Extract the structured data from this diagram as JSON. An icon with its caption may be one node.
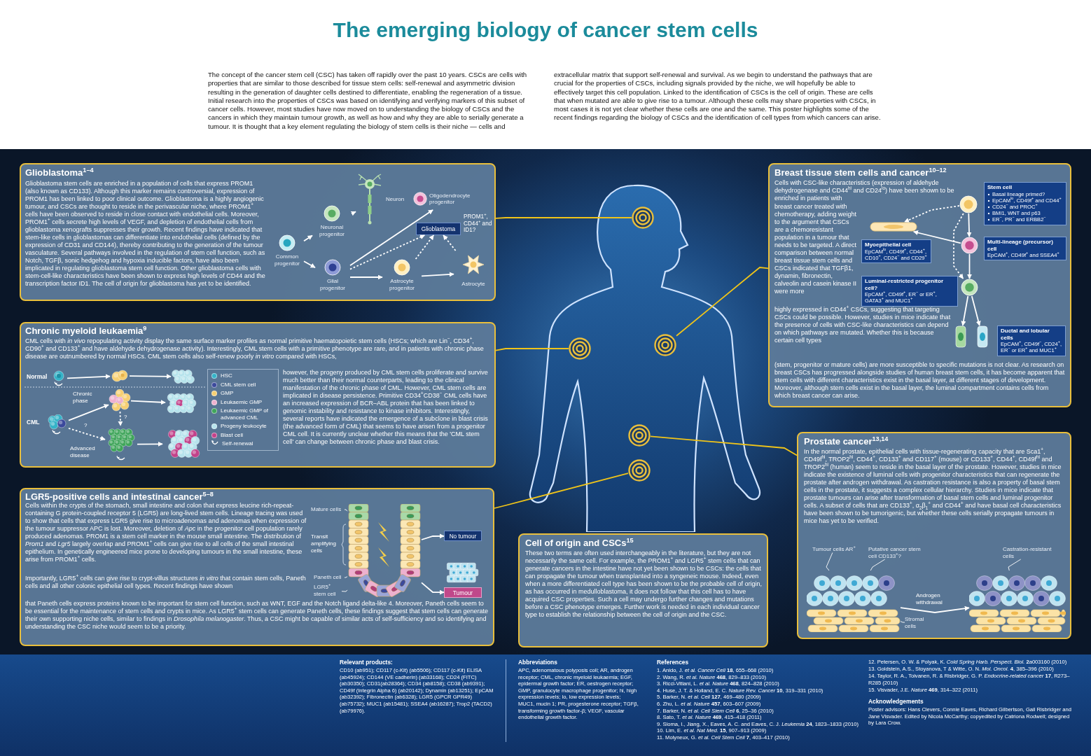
{
  "diagram": {
    "title": "The emerging biology of cancer stem cells",
    "nodes": [
      {
        "text": [
          "Glioblastoma$^{1–4}$",
          "Glioblastoma stem cells are enriched in a population of cells that express PROM1 (also known as CD133). Although this marker remains controversial, expression of PROM1 has been linked to poor clinical outcome. Glioblastoma is a highly angiogenic tumour, and CSCs are thought to reside in the perivascular niche, where PROM1$^{+}$ cells have been observed to reside in close contact with endothelial cells. Moreover, PROM1$^{+}$ cells secrete high levels of VEGF, and depletion of endothelial cells from glioblastoma xenografts suppresses their growth. Recent findings have indicated that stem-like cells in glioblastomas can differentiate into endothelial cells (defined by the expression of CD31 and CD144), thereby contributing to the generation of the tumour vasculature. Several pathways involved in the regulation of stem cell function, such as Notch, TGFβ, sonic hedgehog and hypoxia inducible factors, have also been implicated in regulating glioblastoma stem cell function. Other glioblastoma cells with stem-cell-like characteristics have been shown to express high levels of CD44 and the transcription factor ID1. The cell of origin for glioblastoma has yet to be identified."
        ]
      },
      {
        "text": [
          "Common progenitor"
        ],
        "in": 0
      },
      {
        "text": [
          "Neuronal progenitor"
        ],
        "in": 0
      },
      {
        "text": [
          "Neuron"
        ],
        "in": 0
      },
      {
        "text": [
          "Oligodendrocyte progenitor"
        ],
        "in": 0
      },
      {
        "text": [
          "Glial progenitor"
        ],
        "in": 0
      },
      {
        "text": [
          "Glioblastoma"
        ],
        "in": 0,
        "beside": [
          "PROM1$^{+}$, CD44$^{+}$ and ID1?"
        ]
      },
      {
        "text": [
          "Astrocyte progenitor"
        ],
        "in": 0
      },
      {
        "text": [
          "Astrocyte"
        ],
        "in": 0
      },
      {
        "text": [
          "Chronic myeloid leukaemia$^{9}$",
          "CML cells with *in vivo* repopulating activity display the same surface marker profiles as normal primitive haematopoietic stem cells (HSCs; which are Lin$^{−}$, CD34$^{+}$, CD90$^{+}$ and CD133$^{+}$ and have aldehyde dehydrogenase activity). Interestingly, CML stem cells with a primitive phenotype are rare, and in patients with chronic phase disease are outnumbered by normal HSCs. CML stem cells also self-renew poorly *in vitro* compared with HSCs,",
          "however, the progeny produced by CML stem cells proliferate and survive much better than their normal counterparts, leading to the clinical manifestation of the chronic phase of CML. However, CML stem cells are implicated in disease persistence. Primitive CD34$^{+}$CD38$^{−}$ CML cells have an increased expression of BCR–ABL protein that has been linked to genomic instability and resistance to kinase inhibitors. Interestingly, several reports have indicated the emergence of a subclone in blast crisis (the advanced form of CML) that seems to have arisen from a progenitor CML cell. It is currently unclear whether this means that the 'CML stem cell' can change between chronic phase and blast crisis."
        ]
      },
      {
        "text": [],
        "shape": "picture",
        "in": 9
      },
      {
        "text": [],
        "shape": "picture",
        "in": 9
      },
      {
        "text": [],
        "shape": "picture",
        "in": 9
      },
      {
        "text": [],
        "shape": "picture",
        "in": 9
      },
      {
        "text": [],
        "shape": "picture",
        "in": 9
      },
      {
        "text": [],
        "shape": "picture",
        "in": 9
      },
      {
        "text": [],
        "shape": "picture",
        "in": 9
      },
      {
        "text": [],
        "shape": "picture",
        "in": 9
      },
      {
        "text": [
          "LGR5-positive cells and intestinal cancer$^{5–8}$",
          "Cells within the crypts of the stomach, small intestine and colon that express leucine rich-repeat-containing G protein-coupled receptor 5 (LGR5) are long-lived stem cells. Lineage tracing was used to show that cells that express LGR5 give rise to microadenomas and adenomas when expression of the tumour suppressor APC is lost. Moreover, deletion of *Apc* in the progenitor cell population rarely produced adenomas. PROM1 is a stem cell marker in the mouse small intestine. The distribution of *Prom1* and *Lgr5* largely overlap and PROM1$^{+}$ cells can give rise to all cells of the small intestinal epithelium. In genetically engineered mice prone to developing tumours in the small intestine, these arise from PROM1$^{+}$ cells.",
          "Importantly, LGR5$^{+}$ cells can give rise to crypt-villus structures *in vitro* that contain stem cells, Paneth cells and all other colonic epithelial cell types. Recent findings have shown",
          "that Paneth cells express proteins known to be important for stem cell function, such as WNT, EGF and the Notch ligand delta-like 4. Moreover, Paneth cells seem to be essential for the maintenance of stem cells and crypts in mice. As LGR5$^{+}$ stem cells can generate Paneth cells, these findings suggest that stem cells can generate their own supporting niche cells, similar to findings in *Drosophila melanogaster*. Thus, a CSC might be capable of similar acts of self-sufficiency and so identifying and understanding the CSC niche would seem to be a priority."
        ]
      },
      {
        "text": [],
        "shape": "picture",
        "in": 18
      },
      {
        "text": [
          "No tumour"
        ],
        "in": 18
      },
      {
        "text": [
          "Tumour"
        ],
        "in": 18
      },
      {
        "text": [
          "Mature cells"
        ],
        "in": 18
      },
      {
        "text": [
          "Paneth cell"
        ],
        "in": 18
      },
      {
        "text": [
          "LGR5$^{+}$ stem cell"
        ],
        "in": 18
      },
      {
        "text": [
          "Breast tissue stem cells and cancer$^{10–12}$",
          "Cells with CSC-like characteristics (expression of aldehyde dehydrogenase and CD44$^{hi}$ and CD24$^{lo}$) have been shown to be enriched in patients with",
          "breast cancer treated with chemotherapy, adding weight to the argument that CSCs are a chemoresistant population in a tumour that needs to be targeted. A direct comparison between normal breast tissue stem cells and CSCs indicated that TGFβ1, dynamin, fibronectin, calveolin and casein kinase II were more",
          "highly expressed in CD44$^{+}$ CSCs, suggesting that targeting CSCs could be possible. However, studies in mice indicate that the presence of cells with CSC-like characteristics can depend on which pathways are mutated. Whether this is because certain cell types",
          "(stem, progenitor or mature cells) are more susceptible to specific mutations is not clear. As research on breast CSCs has progressed alongside studies of human breast stem cells, it has become apparent that stem cells with different characteristics exist in the basal layer, at different stages of development. Moreover, although stem cells exist in the basal layer, the luminal compartment contains cells from which breast cancer can arise."
        ]
      },
      {
        "text": [],
        "shape": "picture",
        "in": 25
      },
      {
        "text": [
          "Stem cell",
          "Basal lineage primed?",
          "EpCAM$^{lo}$, CD49f$^{+}$ and CD44$^{+}$",
          "CD24$^{−}$ and PROC$^{+}$",
          "BMI1, WNT and p63",
          "ER$^{−}$, PR$^{−}$ and ERBB2$^{−}$"
        ],
        "in": 25
      },
      {
        "text": [],
        "shape": "picture",
        "in": 25
      },
      {
        "text": [
          "Myoepithelial cell",
          "EpCAM$^{lo}$, CD49f$^{+}$, CD44$^{+}$, CD10$^{+}$, CD24$^{−}$ and CD29$^{+}$"
        ],
        "in": 25
      },
      {
        "text": [],
        "shape": "picture",
        "in": 25
      },
      {
        "text": [
          "Multi-lineage (precursor) cell",
          "EpCAM$^{+}$, CD49f$^{+}$ and SSEA4$^{+}$"
        ],
        "in": 25
      },
      {
        "text": [],
        "shape": "picture",
        "in": 25
      },
      {
        "text": [
          "Luminal-restricted progenitor cell?",
          "EpCAM$^{+}$, CD49f$^{+}$, ER$^{−}$ or ER$^{+}$, GATA3$^{+}$ and MUC1$^{+}$"
        ],
        "in": 25
      },
      {
        "text": [],
        "shape": "picture",
        "in": 25
      },
      {
        "text": [],
        "shape": "picture",
        "in": 25
      },
      {
        "text": [
          "Ductal and lobular cells",
          "EpCAM$^{+}$, CD49f$^{−}$, CD24$^{+}$, ER$^{−}$ or ER$^{+}$ and MUC1$^{+}$"
        ],
        "in": 25
      },
      {
        "text": [
          "Prostate cancer$^{13,14}$",
          "In the normal prostate, epithelial cells with tissue-regenerating capacity that are Sca1$^{+}$, CD49f$^{hi}$, TROP2$^{hi}$, CD44$^{+}$, CD133$^{+}$ and CD117$^{+}$ (mouse) or CD133$^{+}$, CD44$^{+}$, CD49f$^{hi}$ and TROP2$^{hi}$ (human) seem to reside in the basal layer of the prostate. However, studies in mice indicate the existence of luminal cells with progenitor characteristics that can regenerate the prostate after androgen withdrawal. As castration resistance is also a property of basal stem cells in the prostate, it suggests a complex cellular hierarchy. Studies in mice indicate that prostate tumours can arise after transformation of basal stem cells and luminal progenitor cells. A subset of cells that are CD133$^{+}$, α$_{2}$β$_{1}$$^{+}$ and CD44$^{+}$ and have basal cell characteristics have been shown to be tumorigenic, but whether these cells serially propagate tumours in mice has yet to be verified."
        ]
      },
      {
        "text": [],
        "shape": "picture",
        "in": 37
      },
      {
        "text": [],
        "shape": "picture",
        "in": 37
      },
      {
        "text": [
          "Tumour cells AR$^{+}$"
        ],
        "in": 37
      },
      {
        "text": [
          "Putative cancer stem cell CD133$^{+}$?"
        ],
        "in": 37
      },
      {
        "text": [
          "Stromal cells"
        ],
        "in": 37
      },
      {
        "text": [
          "Castration-resistant cells"
        ],
        "in": 37
      },
      {
        "text": [
          "Cell of origin and CSCs$^{15}$",
          "These two terms are often used interchangeably in the literature, but they are not necessarily the same cell. For example, the PROM1$^{+}$ and LGR5$^{+}$ stem cells that can generate cancers in the intestine have not yet been shown to be CSCs: the cells that can propagate the tumour when transplanted into a syngeneic mouse. Indeed, even when a more differentiated cell type has been shown to be the probable cell of origin, as has occurred in medulloblastoma, it does not follow that this cell has to have acquired CSC properties. Such a cell may undergo further changes and mutations before a CSC phenotype emerges. Further work is needed in each individual cancer type to establish the relationship between the cell of origin and the CSC."
        ]
      },
      {
        "text": [],
        "shape": "picture"
      },
      {
        "text": [],
        "shape": "circle",
        "in": 45
      },
      {
        "text": [],
        "shape": "circle",
        "in": 45
      },
      {
        "text": [],
        "shape": "circle",
        "in": 45
      },
      {
        "text": [],
        "shape": "circle",
        "in": 45
      },
      {
        "text": [],
        "shape": "circle",
        "in": 45
      }
    ],
    "edges": [
      {
        "from": 1,
        "to": 2,
        "arrow": "to"
      },
      {
        "from": 1,
        "to": 5,
        "arrow": "to"
      },
      {
        "from": 2,
        "to": 3,
        "arrow": "to"
      },
      {
        "from": 5,
        "to": 4,
        "arrow": "to"
      },
      {
        "from": 5,
        "to": 6,
        "arrow": "to",
        "style": "dashed"
      },
      {
        "from": 5,
        "to": 7,
        "arrow": "to"
      },
      {
        "from": 7,
        "to": 6,
        "arrow": "to",
        "style": "dashed"
      },
      {
        "from": 7,
        "to": 8,
        "arrow": "to"
      },
      {
        "from": 8,
        "to": 6,
        "arrow": "to",
        "style": "dashed"
      },
      {
        "from": 10,
        "to": 11,
        "arrow": "to"
      },
      {
        "from": 11,
        "to": 12,
        "arrow": "to"
      },
      {
        "from": 13,
        "to": 14,
        "arrow": "to",
        "label": "Chronic phase"
      },
      {
        "from": 14,
        "to": 15,
        "arrow": "to"
      },
      {
        "from": 14,
        "to": 16,
        "arrow": "to",
        "style": "dashed",
        "label": "?"
      },
      {
        "from": 13,
        "to": 16,
        "arrow": "to",
        "style": "dashed",
        "label": "?"
      },
      {
        "from": 16,
        "to": 17,
        "arrow": "to"
      },
      {
        "from": 19,
        "to": 20,
        "arrow": "to"
      },
      {
        "from": 19,
        "to": 21,
        "arrow": "to"
      },
      {
        "from": 22,
        "to": 19,
        "arrow": "none"
      },
      {
        "from": 23,
        "to": 19,
        "arrow": "none"
      },
      {
        "from": 24,
        "to": 19,
        "arrow": "none"
      },
      {
        "from": 26,
        "to": 28,
        "arrow": "to",
        "style": "dashed"
      },
      {
        "from": 26,
        "to": 30,
        "arrow": "to"
      },
      {
        "from": 26,
        "to": 32,
        "arrow": "to",
        "style": "dashed"
      },
      {
        "from": 30,
        "to": 28,
        "arrow": "to"
      },
      {
        "from": 30,
        "to": 32,
        "arrow": "to"
      },
      {
        "from": 32,
        "to": 34,
        "arrow": "to"
      },
      {
        "from": 32,
        "to": 35,
        "arrow": "to"
      },
      {
        "from": 38,
        "to": 39,
        "arrow": "to",
        "label": "Androgen withdrawal"
      },
      {
        "from": 40,
        "to": 38,
        "arrow": "none"
      },
      {
        "from": 41,
        "to": 38,
        "arrow": "none"
      },
      {
        "from": 42,
        "to": 38,
        "arrow": "none"
      },
      {
        "from": 43,
        "to": 39,
        "arrow": "none"
      },
      {
        "from": 46,
        "to": 0,
        "arrow": "none",
        "color": "#f0c419"
      },
      {
        "from": 47,
        "to": 9,
        "arrow": "none",
        "color": "#f0c419"
      },
      {
        "from": 48,
        "to": 25,
        "arrow": "none",
        "color": "#f0c419"
      },
      {
        "from": 49,
        "to": 37,
        "arrow": "none",
        "color": "#f0c419"
      },
      {
        "from": 50,
        "to": 18,
        "arrow": "none",
        "color": "#f0c419"
      }
    ],
    "labels": [
      "The concept of the cancer stem cell (CSC) has taken off rapidly over the past 10 years. CSCs are cells with properties that are similar to those described for tissue stem cells: self-renewal and asymmetric division resulting in the generation of daughter cells destined to differentiate, enabling the regeneration of a tissue. Initial research into the properties of CSCs was based on identifying and verifying markers of this subset of cancer cells. However, most studies have now moved on to understanding the biology of CSCs and the cancers in which they maintain tumour growth, as well as how and why they are able to serially generate a tumour. It is thought that a key element regulating the biology of stem cells is their niche — cells and extracellular matrix that support self-renewal and survival. As we begin to understand the pathways that are crucial for the properties of CSCs, including signals provided by the niche, we will hopefully be able to effectively target this cell population. Linked to the identification of CSCs is the cell of origin. These are cells that when mutated are able to give rise to a tumour. Although these cells may share properties with CSCs, in most cases it is not yet clear whether these cells are one and the same. This poster highlights some of the recent findings regarding the biology of CSCs and the identification of cell types from which cancers can arise.",
      "Normal",
      "CML",
      "Advanced disease",
      "Transit amplifying cells",
      "Relevant products:",
      "CD10 (ab951); CD117 (c-Kit) (ab5506); CD117 (c-Kit) ELISA (ab45924); CD144 (VE cadherin) (ab33168); CD24 (FITC) (ab30350); CD31(ab28364); CD34 (ab8158); CD38 (ab9391); CD49f (Integrin Alpha 6) (ab20142); Dynamin (ab13251); EpCAM (ab32392); Fibronectin (ab6328); LGR5 (GPCR GPR49) (ab75732); MUC1 (ab15481); SSEA4 (ab16287); Trop2 (TACD2) (ab79976).",
      "Abbreviations",
      "APC, adenomatous polyposis coli; AR, androgen receptor; CML, chronic myeloid leukaemia; EGF, epidermal growth factor; ER, oestrogen receptor; GMP, granulocyte macrophage progenitor; hi, high expression levels; lo, low expression levels; MUC1, mucin 1; PR, progesterone receptor; TGFβ, transforming growth factor-β; VEGF, vascular endothelial growth factor.",
      "References",
      "1. Anido, J. *et al. Cancer Cell* **18**, 655–668 (2010)",
      "2. Wang, R. *et al. Nature* **468**, 829–833 (2010)",
      "3. Ricci-Vitiani, L. *et al. Nature* **468**, 824–828 (2010)",
      "4. Huse, J. T. & Holland, E. C. *Nature Rev. Cancer* **10**, 319–331 (2010)",
      "5. Barker, N. *et al. Cell* **127**, 469–480 (2009)",
      "6. Zhu, L. *et al. Nature* **457**, 603–607 (2009)",
      "7. Barker, N. *et al. Cell Stem Cell* **6**, 25–36 (2010)",
      "8. Sato, T. *et al. Nature* **469**, 415–418 (2011)",
      "9. Sloma, I., Jiang, X., Eaves, A. C. and Eaves, C. J. *Leukemia* **24**, 1823–1833 (2010)",
      "10. Lim, E. *et al. Nat Med.* **15**, 907–913 (2009)",
      "11. Molyneux, G. *et al. Cell Stem Cell* **7**, 403–417 (2010)",
      "12. Petersen, O. W. & Polyak, K. *Cold Spring Harb. Perspect. Biol.* **2**a003160 (2010)",
      "13. Goldstein, A.S., Stoyanova, T & Witte, O. N. *Mol. Oncol.* **4**, 385–396 (2010)",
      "14. Taylor, R. A., Toivanen, R. & Risbridger, G. P. *Endocrine-related cancer* **17**, R273–R285 (2010)",
      "15. Visvader, J.E. *Nature* **469**, 314–322 (2011)",
      "Acknowledgements",
      "Poster advisors: Hans Clevers, Connie Eaves, Richard Gilbertson, Gail Risbridger and Jane Visvader. Edited by Nicola McCarthy; copyedited by Catriona Rodwell; designed by Lara Crow."
    ],
    "legend": [
      {
        "text": "HSC",
        "color": "#35b3c8"
      },
      {
        "text": "CML stem cell",
        "color": "#3c4a9c"
      },
      {
        "text": "GMP",
        "color": "#f6cf72"
      },
      {
        "text": "Leukaemic GMP",
        "color": "#eeb1cf"
      },
      {
        "text": "Leukaemic GMP of advanced CML",
        "color": "#3fa55a"
      },
      {
        "text": "Progeny leukocyte",
        "color": "#b6e3ec"
      },
      {
        "text": "Blast cell",
        "color": "#c2428a"
      },
      {
        "text": "Self-renewal"
      }
    ]
  }
}
